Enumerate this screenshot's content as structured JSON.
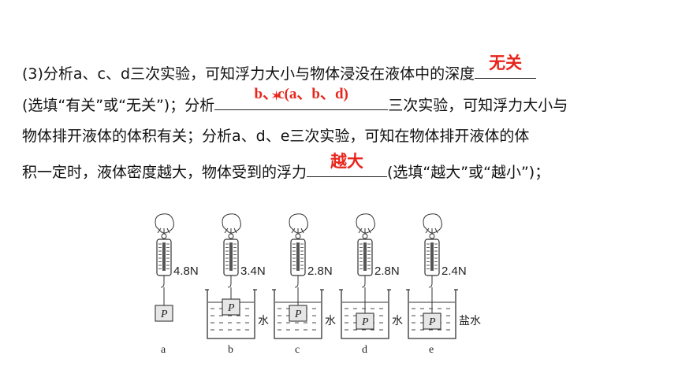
{
  "text": {
    "l1_pre": "(3)分析a、c、d三次实验，可知浮力大小与物体浸没在液体中的深度",
    "ans1": "无关",
    "l2_pre": "(选填“有关”或“无关”)；分析",
    "ans2": "b、c(a、b、d)",
    "l2_post": "三次实验，可知浮力大小与",
    "l3": "物体排开液体的体积有关；分析a、d、e三次实验，可知在物体排开液体的体",
    "l4_pre": "积一定时，液体密度越大，物体受到的浮力",
    "ans3": "越大",
    "l4_post": "(选填“越大”或“越小”)；"
  },
  "colors": {
    "answer": "#e8251c",
    "text": "#111111"
  },
  "figure": {
    "setups": [
      {
        "label": "a",
        "reading": "4.8N",
        "liquid": "",
        "object": "P",
        "immersion": "none"
      },
      {
        "label": "b",
        "reading": "3.4N",
        "liquid": "水",
        "object": "P",
        "immersion": "partial"
      },
      {
        "label": "c",
        "reading": "2.8N",
        "liquid": "水",
        "object": "P",
        "immersion": "full-shallow"
      },
      {
        "label": "d",
        "reading": "2.8N",
        "liquid": "水",
        "object": "P",
        "immersion": "full-deep"
      },
      {
        "label": "e",
        "reading": "2.4N",
        "liquid": "盐水",
        "object": "P",
        "immersion": "full-deep"
      }
    ]
  }
}
